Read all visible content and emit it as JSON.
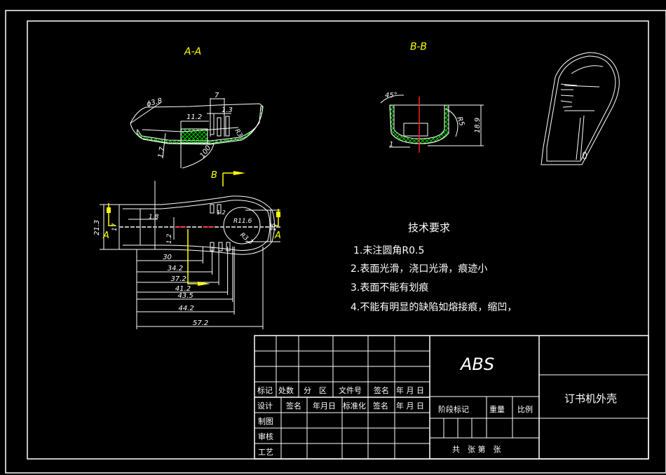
{
  "drawing": {
    "part_name": "订书机外壳",
    "material": "ABS",
    "colors": {
      "background": "#000000",
      "line": "#ffffff",
      "section_label": "#ffff00",
      "hatch": "#00cc00",
      "centerline": "#ff2020"
    }
  },
  "views": {
    "section_aa": {
      "label": "A-A",
      "dims": {
        "phi": "ϕ3.8",
        "d7": "7",
        "d11_2": "11.2",
        "d1_3": "1.3",
        "r3": "R3",
        "d1_7": "1.7",
        "angle": "100°"
      }
    },
    "section_bb": {
      "label": "B-B",
      "dims": {
        "angle45": "45°",
        "r5": "R5",
        "h18_9": "18.9",
        "d1": "1"
      }
    },
    "plan": {
      "section_mark_b": "B",
      "section_mark_a": "A",
      "dims": {
        "width": "21.3",
        "d17": "17",
        "d1_8": "1.8",
        "d1_2a": "1.2",
        "d1_2b": "1.2",
        "r11_6": "R11.6",
        "r3_3": "R3.3",
        "d15": "15",
        "lengths": [
          "30",
          "34.2",
          "37.2",
          "41.2",
          "43.5",
          "44.2",
          "57.2"
        ]
      }
    },
    "isometric": {
      "name": "3d-view"
    }
  },
  "tech_requirements": {
    "title": "技术要求",
    "items": [
      "1.未注圆角R0.5",
      "2.表面光滑，浇口光滑，痕迹小",
      "3.表面不能有划痕",
      "4.不能有明显的缺陷如熔接痕，缩凹，"
    ]
  },
  "title_block": {
    "row_labels": [
      "标记",
      "处数",
      "分　区",
      "文件号",
      "签名",
      "年 月 日"
    ],
    "design_row": [
      "设计",
      "签名",
      "年月日",
      "标准化",
      "签名",
      "年 月 日"
    ],
    "left_labels": [
      "制图",
      "审核",
      "工艺"
    ],
    "stage_mark": "阶段标记",
    "weight": "重量",
    "scale": "比例",
    "sheets": "共　张 第　张"
  }
}
